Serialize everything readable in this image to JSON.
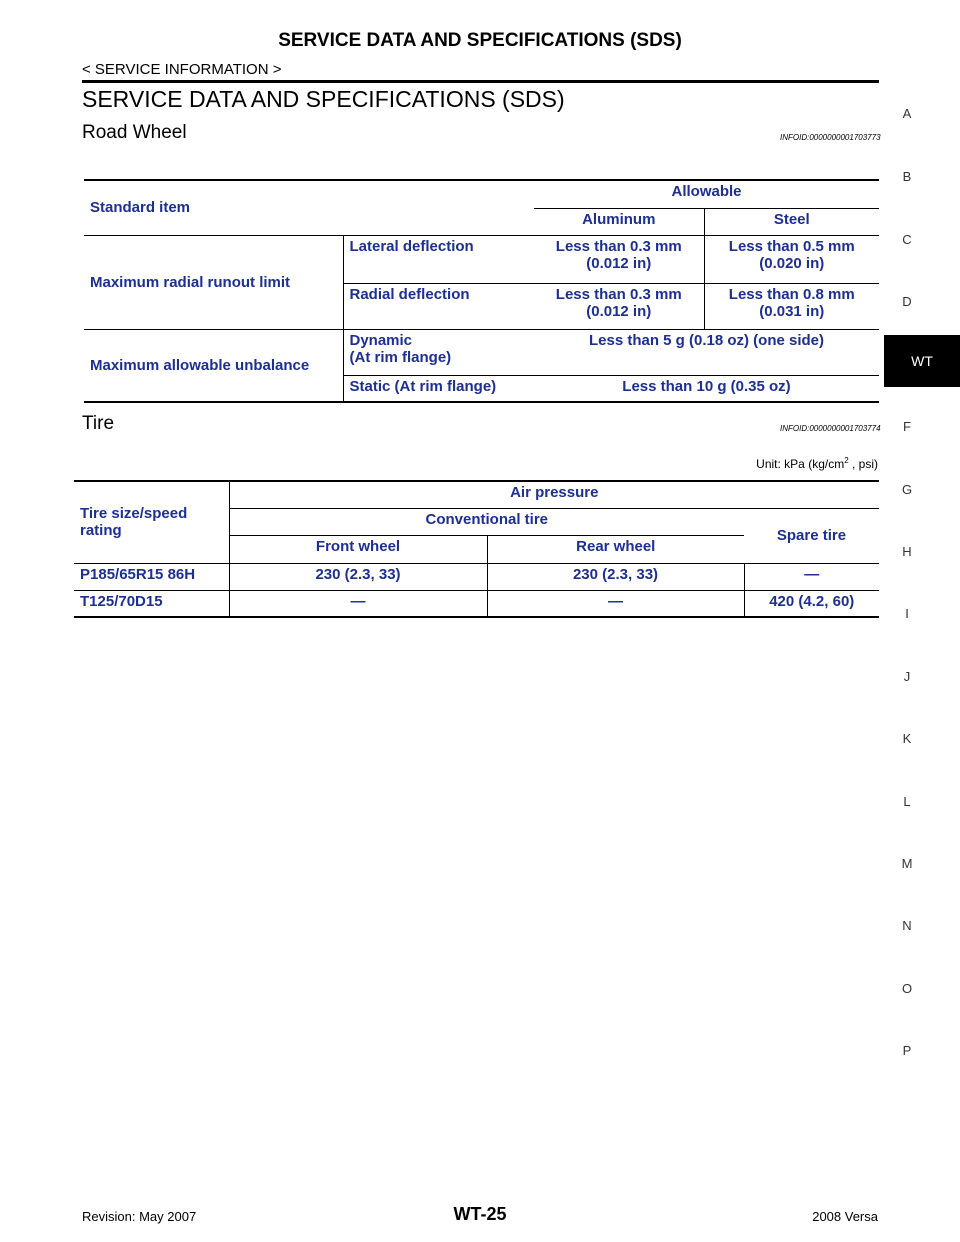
{
  "header": {
    "title": "SERVICE DATA AND SPECIFICATIONS (SDS)",
    "subtitle": "< SERVICE INFORMATION >"
  },
  "section_title": "SERVICE DATA AND SPECIFICATIONS (SDS)",
  "road_wheel": {
    "title": "Road Wheel",
    "infoid": "INFOID:0000000001703773",
    "table": {
      "standard_item": "Standard item",
      "allowable": "Allowable",
      "aluminum": "Aluminum",
      "steel": "Steel",
      "runout_label": "Maximum radial runout limit",
      "lateral_label": "Lateral deflection",
      "lateral_aluminum": "Less than 0.3 mm\n(0.012 in)",
      "lateral_steel": "Less than 0.5 mm\n(0.020 in)",
      "radial_label": "Radial deflection",
      "radial_aluminum": "Less than 0.3 mm\n(0.012 in)",
      "radial_steel": "Less than 0.8 mm\n(0.031 in)",
      "unbalance_label": "Maximum allowable unbalance",
      "dynamic_label": "Dynamic\n(At rim flange)",
      "dynamic_value": "Less than 5 g (0.18 oz) (one side)",
      "static_label": "Static (At rim flange)",
      "static_value": "Less than 10 g (0.35 oz)"
    }
  },
  "tire": {
    "title": "Tire",
    "infoid": "INFOID:0000000001703774",
    "unit_note": "Unit: kPa (kg/cm",
    "unit_sup": "2",
    "unit_tail": " , psi)",
    "table": {
      "size_label": "Tire size/speed\nrating",
      "air_pressure": "Air pressure",
      "conventional": "Conventional tire",
      "spare": "Spare tire",
      "front": "Front wheel",
      "rear": "Rear wheel",
      "rows": [
        {
          "size": "P185/65R15 86H",
          "front": "230 (2.3, 33)",
          "rear": "230 (2.3, 33)",
          "spare": "—"
        },
        {
          "size": "T125/70D15",
          "front": "—",
          "rear": "—",
          "spare": "420 (4.2, 60)"
        }
      ]
    }
  },
  "side_index": {
    "letters": [
      "A",
      "B",
      "C",
      "D",
      "F",
      "G",
      "H",
      "I",
      "J",
      "K",
      "L",
      "M",
      "N",
      "O",
      "P"
    ],
    "active": "WT"
  },
  "footer": {
    "revision": "Revision: May 2007",
    "page": "WT-25",
    "model": "2008 Versa"
  }
}
